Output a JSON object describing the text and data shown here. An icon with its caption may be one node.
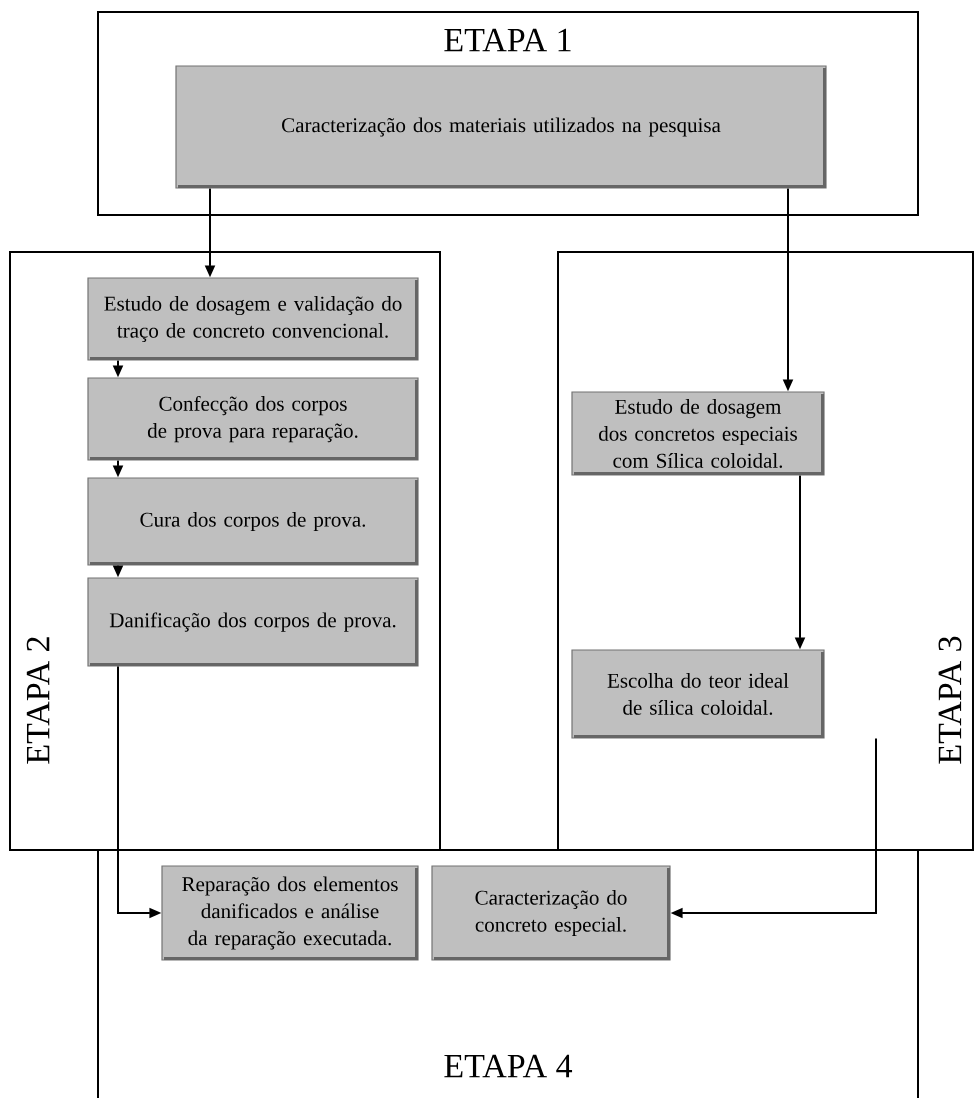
{
  "diagram": {
    "nodes": [
      {
        "text": [
          "ETAPA 1"
        ]
      },
      {
        "text": [
          "Caracterização dos materiais utilizados na pesquisa"
        ],
        "in": 0
      },
      {
        "text": [
          "ETAPA 2"
        ]
      },
      {
        "text": [
          "Estudo de dosagem e validação do traço de concreto convencional."
        ],
        "in": 2
      },
      {
        "text": [
          "Confecção dos corpos de prova para reparação."
        ],
        "in": 2
      },
      {
        "text": [
          "Cura dos corpos de prova."
        ],
        "in": 2
      },
      {
        "text": [
          "Danificação dos corpos de prova."
        ],
        "in": 2
      },
      {
        "text": [
          "ETAPA 3"
        ]
      },
      {
        "text": [
          "Estudo de dosagem dos concretos especiais com Sílica coloidal."
        ],
        "in": 7
      },
      {
        "text": [
          "Escolha do teor ideal de sílica coloidal."
        ],
        "in": 7
      },
      {
        "text": [
          "ETAPA 4"
        ]
      },
      {
        "text": [
          "Reparação dos elementos danificados e análise da reparação executada."
        ],
        "in": 10
      },
      {
        "text": [
          "Caracterização do concreto especial."
        ],
        "in": 10
      }
    ],
    "edges": [
      {
        "from": 1,
        "to": 3,
        "arrow": "to"
      },
      {
        "from": 1,
        "to": 8,
        "arrow": "to"
      },
      {
        "from": 3,
        "to": 4,
        "arrow": "to"
      },
      {
        "from": 4,
        "to": 5,
        "arrow": "to"
      },
      {
        "from": 5,
        "to": 6,
        "arrow": "to"
      },
      {
        "from": 8,
        "to": 9,
        "arrow": "to"
      },
      {
        "from": 6,
        "to": 11,
        "arrow": "to"
      },
      {
        "from": 9,
        "to": 12,
        "arrow": "to"
      }
    ]
  }
}
